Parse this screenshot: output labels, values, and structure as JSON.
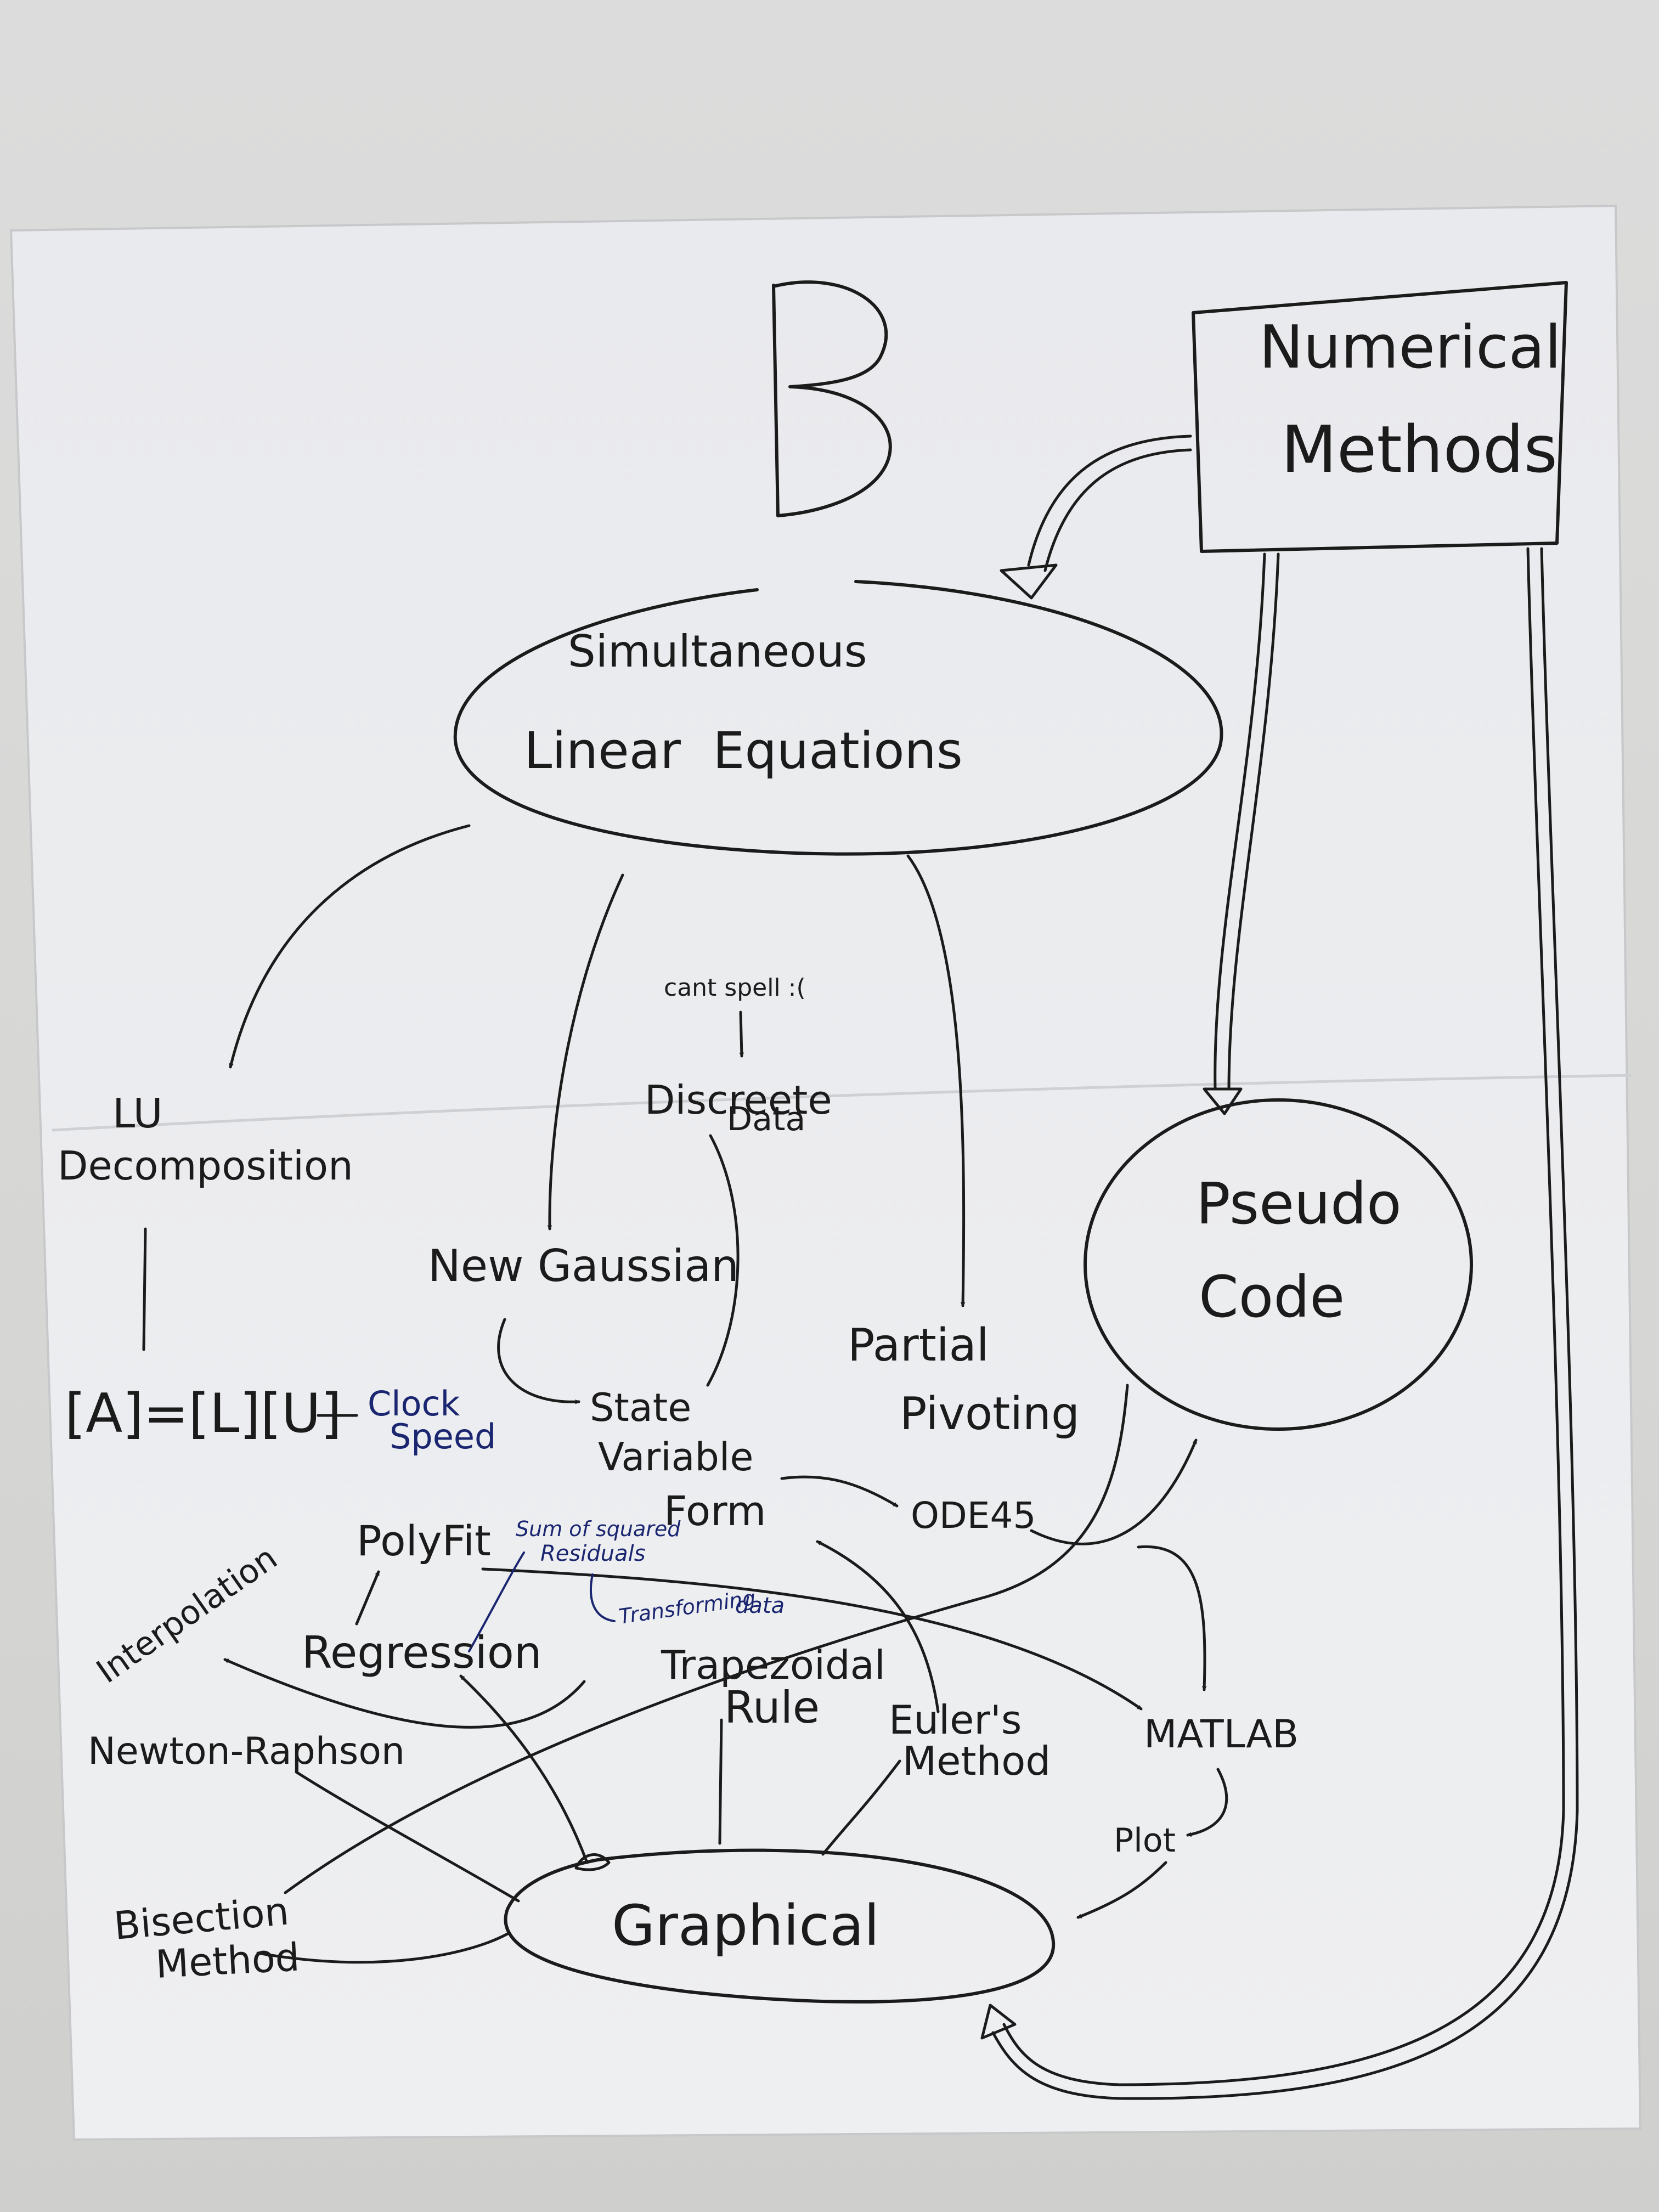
{
  "title_letter": "B",
  "nodes": {
    "numerical_methods": [
      "Numerical",
      "Methods"
    ],
    "simultaneous": [
      "Simultaneous",
      "Linear  Equations"
    ],
    "lu": [
      "LU",
      "Decomposition"
    ],
    "cant_spell": "cant spell :(",
    "discrete": [
      "Discreete",
      "Data"
    ],
    "new_gaussian": "New Gaussian",
    "partial": [
      "Partial",
      "Pivoting"
    ],
    "pseudo": [
      "Pseudo",
      "Code"
    ],
    "alu": "[A]=[L][U]",
    "clock": [
      "Clock",
      "Speed"
    ],
    "state": [
      "State",
      "Variable",
      "Form"
    ],
    "ode45": "ODE45",
    "polyfit": "PolyFit",
    "sum_sq": [
      "Sum of squared",
      "Residuals"
    ],
    "transforming": [
      "Transforming",
      "data"
    ],
    "interpolation": "Interpolation",
    "regression": "Regression",
    "trapezoidal": [
      "Trapezoidal",
      "Rule"
    ],
    "euler": [
      "Euler's",
      "Method"
    ],
    "matlab": "MATLAB",
    "newton": "Newton-Raphson",
    "plot": "Plot",
    "bisection": [
      "Bisection",
      "Method"
    ],
    "graphical": "Graphical"
  },
  "colors": {
    "ink": "#1b1b1b",
    "blue_ink": "#1b2670",
    "paper": "#ecedef",
    "wall": "#d8d8d6"
  }
}
